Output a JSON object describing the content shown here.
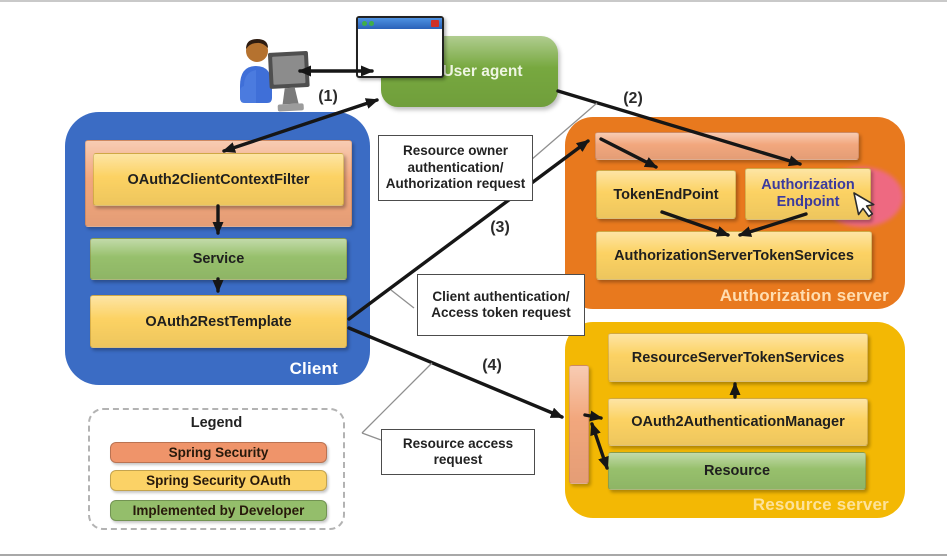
{
  "colors": {
    "client_bg": "#3b6cc4",
    "auth_server_bg": "#e8791e",
    "resource_server_bg": "#f3b804",
    "user_agent_bg": "#77a83f",
    "spring_security": "#f2a77d",
    "spring_security_oauth": "#fcd263",
    "developer_green": "#97c06c",
    "highlight_pink": "#f35dd3",
    "auth_endpoint_text": "#3b3a9e"
  },
  "user_agent": {
    "label": "User agent"
  },
  "client": {
    "label": "Client",
    "context_filter": "OAuth2ClientContextFilter",
    "service": "Service",
    "rest_template": "OAuth2RestTemplate"
  },
  "authorization_server": {
    "label": "Authorization server",
    "token_endpoint": "TokenEndPoint",
    "authorization_endpoint": "Authorization Endpoint",
    "token_services": "AuthorizationServerTokenServices"
  },
  "resource_server": {
    "label": "Resource server",
    "token_services": "ResourceServerTokenServices",
    "authentication_manager": "OAuth2AuthenticationManager",
    "resource": "Resource"
  },
  "flow": {
    "step1": "(1)",
    "step2": "(2)",
    "step3": "(3)",
    "step4": "(4)",
    "resource_owner_label": "Resource owner\nauthentication/\nAuthorization request",
    "client_auth_label": "Client authentication/\nAccess token request",
    "resource_access_label": "Resource access\nrequest"
  },
  "legend": {
    "title": "Legend",
    "items": [
      {
        "label": "Spring Security",
        "color": "#ef946a"
      },
      {
        "label": "Spring Security OAuth",
        "color": "#fbd266"
      },
      {
        "label": "Implemented by Developer",
        "color": "#94be6b"
      }
    ]
  },
  "icons": {
    "person": "resource-owner-at-computer-icon",
    "browser": "browser-window-icon",
    "cursor": "mouse-pointer-icon"
  }
}
